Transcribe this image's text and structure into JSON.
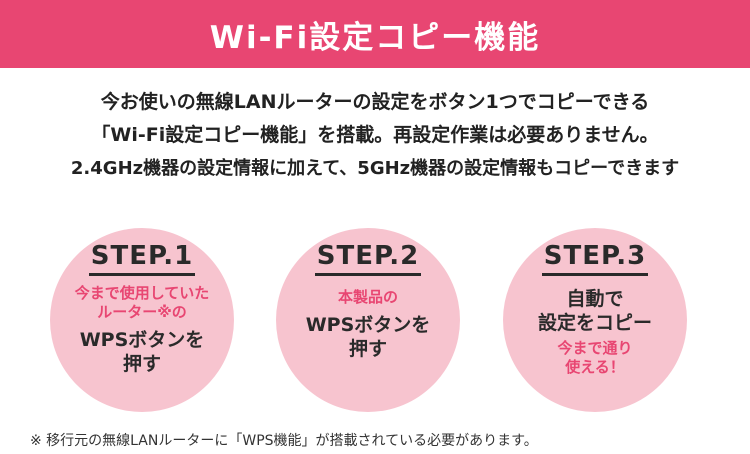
{
  "banner": {
    "title": "Wi-Fi設定コピー機能",
    "background_color": "#e84672"
  },
  "intro": {
    "line1": "今お使いの無線LANルーターの設定をボタン1つでコピーできる",
    "line2": "「Wi-Fi設定コピー機能」を搭載。再設定作業は必要ありません。",
    "line3": "2.4GHz機器の設定情報に加えて、5GHz機器の設定情報もコピーできます"
  },
  "steps": [
    {
      "title": "STEP.1",
      "pink_lines": [
        "今まで使用していた",
        "ルーター※の"
      ],
      "dark_lines": [
        "WPSボタンを",
        "押す"
      ]
    },
    {
      "title": "STEP.2",
      "pink_lines": [
        "本製品の"
      ],
      "dark_lines": [
        "WPSボタンを",
        "押す"
      ]
    },
    {
      "title": "STEP.3",
      "dark_lines": [
        "自動で",
        "設定をコピー"
      ],
      "pink_lines": [
        "今まで通り",
        "使える！"
      ]
    }
  ],
  "colors": {
    "accent": "#e84672",
    "circle": "#f7c4cf"
  },
  "footnote": "※ 移行元の無線LANルーターに「WPS機能」が搭載されている必要があります。"
}
